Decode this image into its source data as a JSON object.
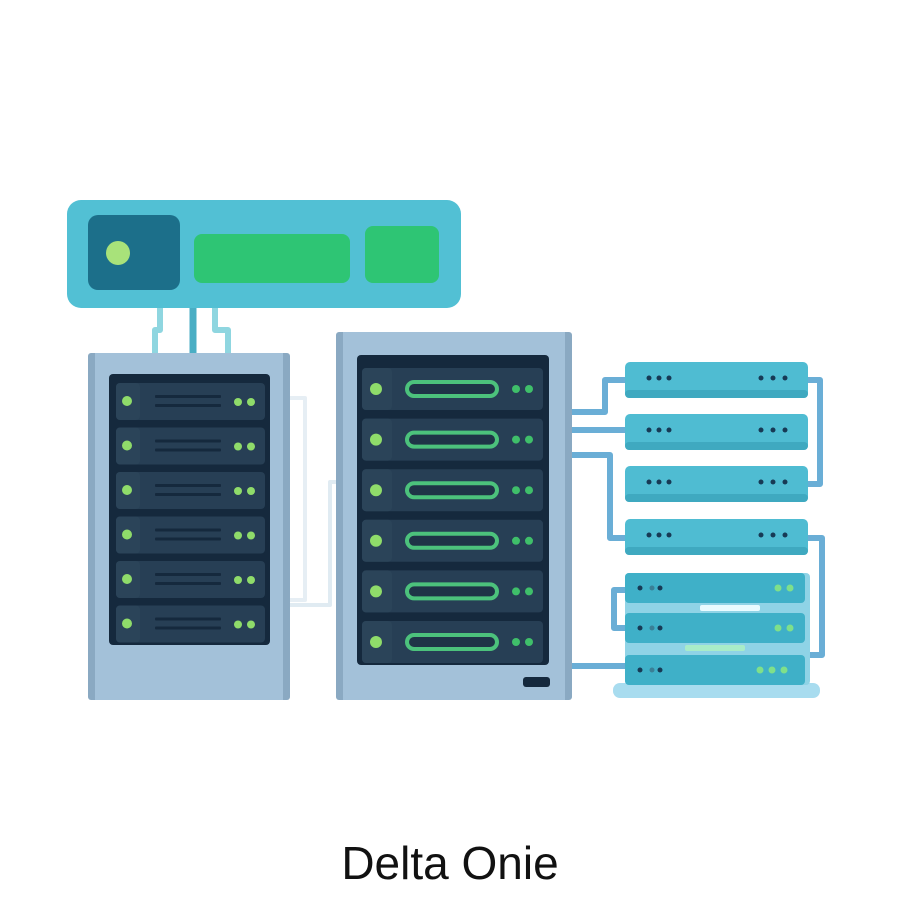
{
  "caption": "Delta Onie",
  "colors": {
    "teal": "#52c0d4",
    "dark_teal": "#1c6f8a",
    "green": "#2ec574",
    "led": "#8fdc6a",
    "rack": "#a3c1d9",
    "rack_edge": "#8aa9c2",
    "rack_inner": "#15293d",
    "row": "#273f55",
    "unit": "#4fbcd2",
    "cable": "#6aaed6"
  },
  "left_rack_units": 6,
  "middle_rack_units": 6,
  "switch_units": 4,
  "stack_units": 3
}
